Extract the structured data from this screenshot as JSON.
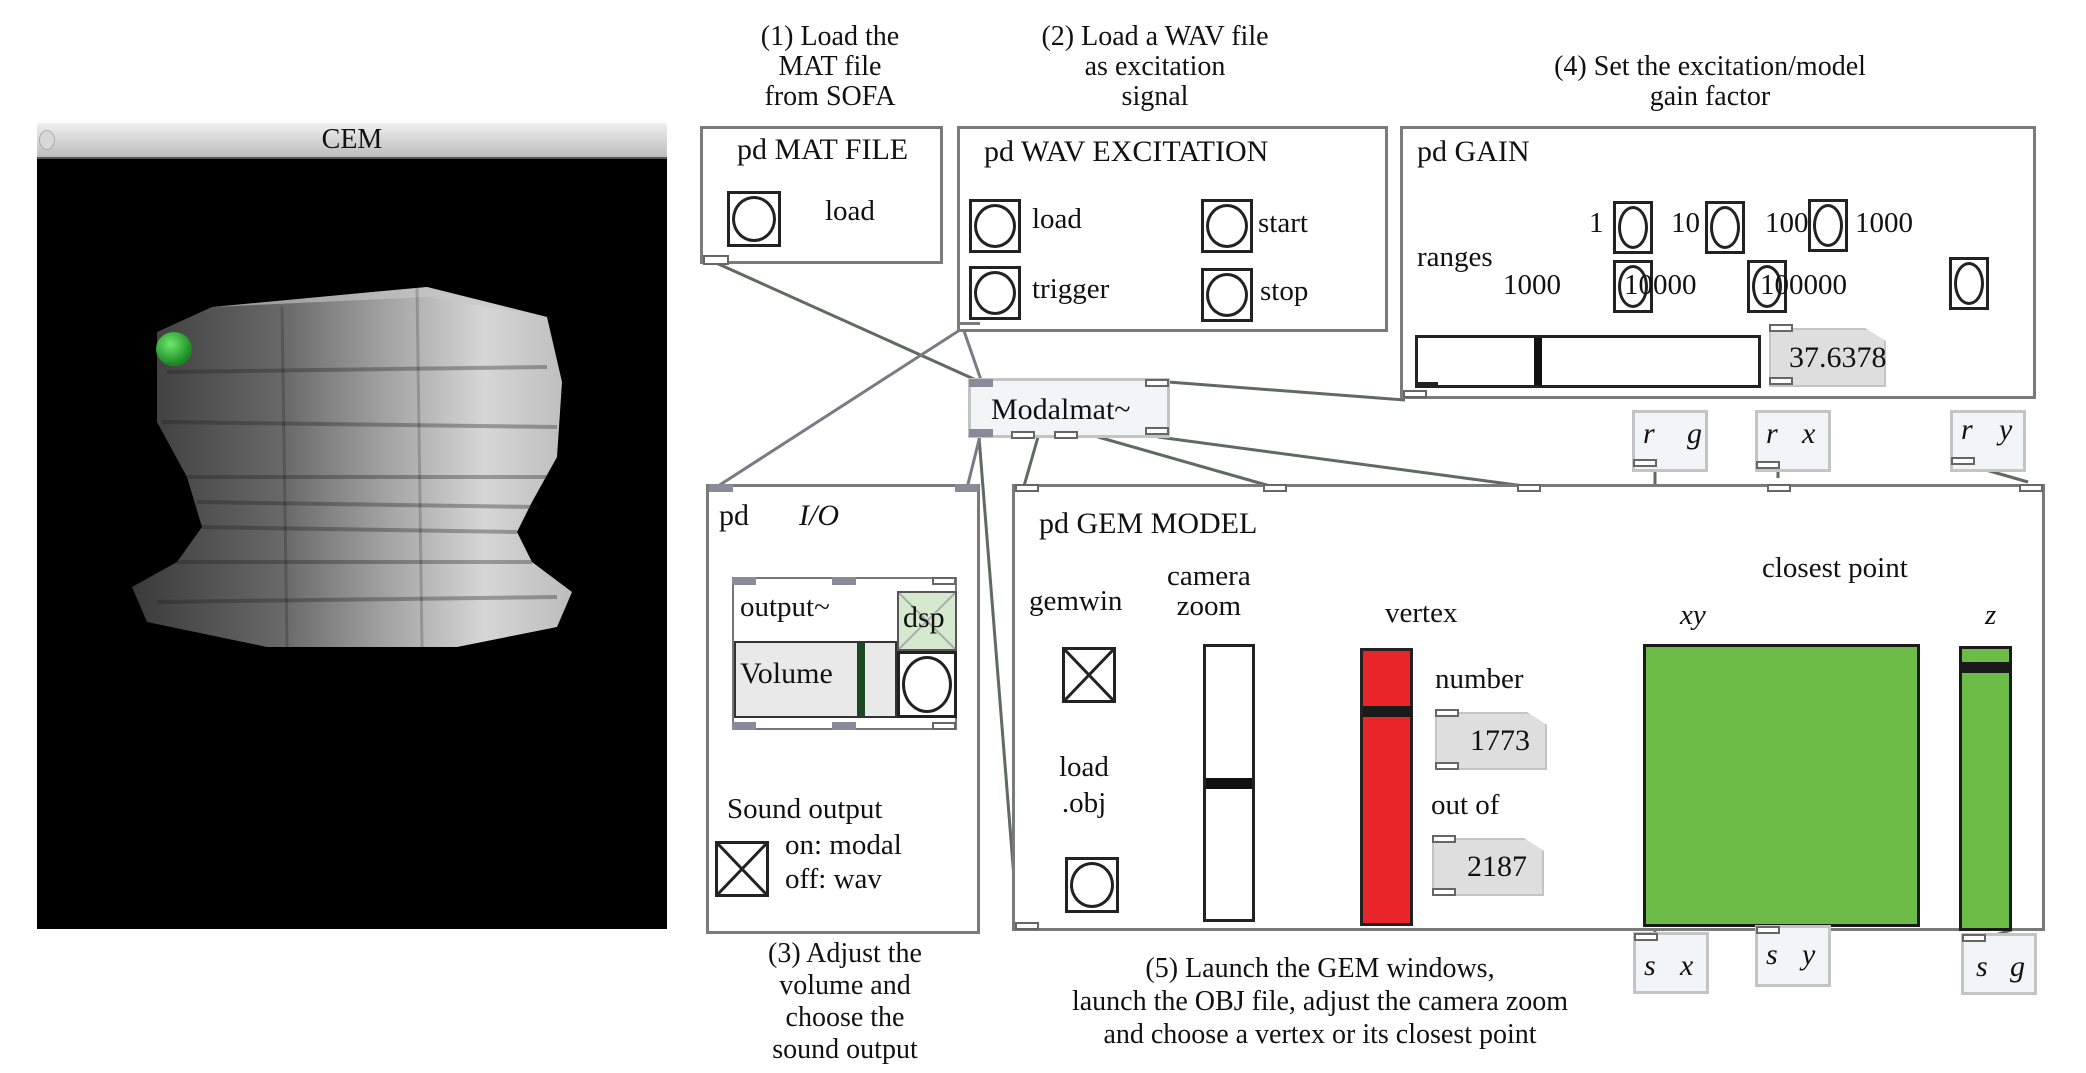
{
  "window": {
    "title": "CEM"
  },
  "captions": {
    "step1": [
      "(1) Load the",
      "MAT file",
      "from SOFA"
    ],
    "step2": [
      "(2) Load a WAV file",
      "as excitation",
      "signal"
    ],
    "step3": [
      "(3) Adjust the",
      "volume and",
      "choose the",
      "sound output"
    ],
    "step4": [
      "(4) Set the excitation/model",
      "gain factor"
    ],
    "step5": [
      "(5) Launch the GEM windows,",
      "launch the OBJ file, adjust the camera zoom",
      "and choose a vertex or its closest point"
    ]
  },
  "mat_file": {
    "title": "pd MAT FILE",
    "load_label": "load"
  },
  "wav_excitation": {
    "title": "pd WAV EXCITATION",
    "load_label": "load",
    "trigger_label": "trigger",
    "start_label": "start",
    "stop_label": "stop"
  },
  "gain": {
    "title": "pd GAIN",
    "ranges_label": "ranges",
    "range_buttons_row1": [
      "1",
      "10",
      "100",
      "1000"
    ],
    "range_buttons_row2": [
      "1000",
      "10000",
      "100000"
    ],
    "slider_value_fraction": 0.35,
    "value": "37.6378"
  },
  "modalmat": {
    "label": "Modalmat~"
  },
  "io": {
    "title_pd": "pd",
    "title_name": "I/O",
    "output_label": "output~",
    "dsp_label": "dsp",
    "volume_label": "Volume",
    "sound_output_label": "Sound output",
    "on_label": "on: modal",
    "off_label": "off: wav"
  },
  "gem_model": {
    "title": "pd GEM MODEL",
    "gemwin_label": "gemwin",
    "camera_zoom_label": [
      "camera",
      "zoom"
    ],
    "camera_zoom_fraction": 0.5,
    "vertex_label": "vertex",
    "vertex_fraction": 0.79,
    "number_label": "number",
    "vertex_number": "1773",
    "out_of_label": "out of",
    "vertex_total": "2187",
    "load_obj_label": [
      "load",
      ".obj"
    ],
    "closest_point_label": "closest point",
    "xy_label": "xy",
    "z_label": "z",
    "z_fraction": 0.95
  },
  "send_receive": {
    "r_g": [
      "r",
      "g"
    ],
    "r_x": [
      "r",
      "x"
    ],
    "r_y": [
      "r",
      "y"
    ],
    "s_x": [
      "s",
      "x"
    ],
    "s_y": [
      "s",
      "y"
    ],
    "s_g": [
      "s",
      "g"
    ]
  },
  "colors": {
    "vertex_slider": "#e8262a",
    "closest_point": "#6cbb46",
    "dsp_bg": "#d4e9cd",
    "volume_bar": "#1b4a20",
    "numbox_bg": "#dedede"
  }
}
